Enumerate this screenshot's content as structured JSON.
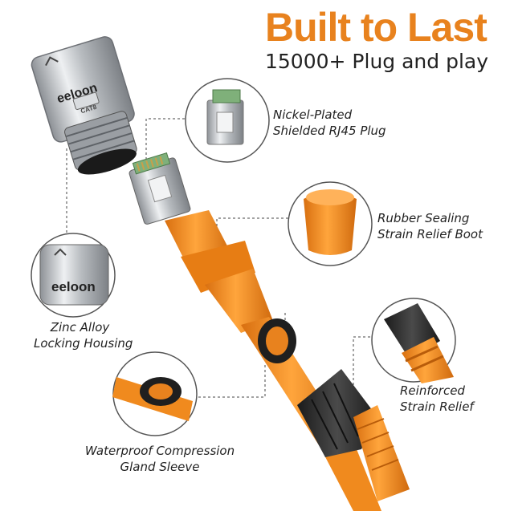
{
  "headline": "Built to Last",
  "subline": "15000+ Plug and play",
  "brand_mark": "eeloon",
  "housing_marking": "CAT8",
  "callouts": [
    {
      "line1": "Nickel-Plated",
      "line2": "Shielded RJ45 Plug"
    },
    {
      "line1": "Rubber Sealing",
      "line2": "Strain Relief Boot"
    },
    {
      "line1": "Zinc Alloy",
      "line2": "Locking Housing"
    },
    {
      "line1": "Reinforced",
      "line2": "Strain Relief"
    },
    {
      "line1": "Waterproof Compression",
      "line2": "Gland Sleeve"
    }
  ],
  "colors": {
    "accent": "#E8821E",
    "cable": "#F08A1E",
    "metal": "#C9CCCF",
    "dark_rubber": "#2B2B2B",
    "text": "#222222"
  }
}
